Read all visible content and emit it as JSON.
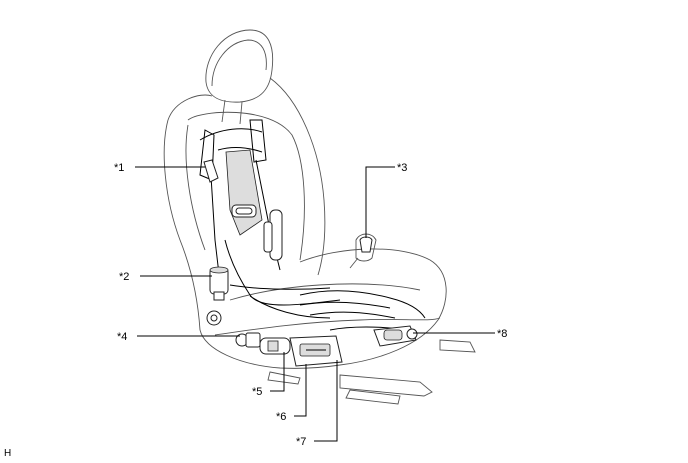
{
  "callouts": [
    {
      "id": "1",
      "label": "*1"
    },
    {
      "id": "2",
      "label": "*2"
    },
    {
      "id": "3",
      "label": "*3"
    },
    {
      "id": "4",
      "label": "*4"
    },
    {
      "id": "5",
      "label": "*5"
    },
    {
      "id": "6",
      "label": "*6"
    },
    {
      "id": "7",
      "label": "*7"
    },
    {
      "id": "8",
      "label": "*8"
    }
  ],
  "corner_label": "H"
}
